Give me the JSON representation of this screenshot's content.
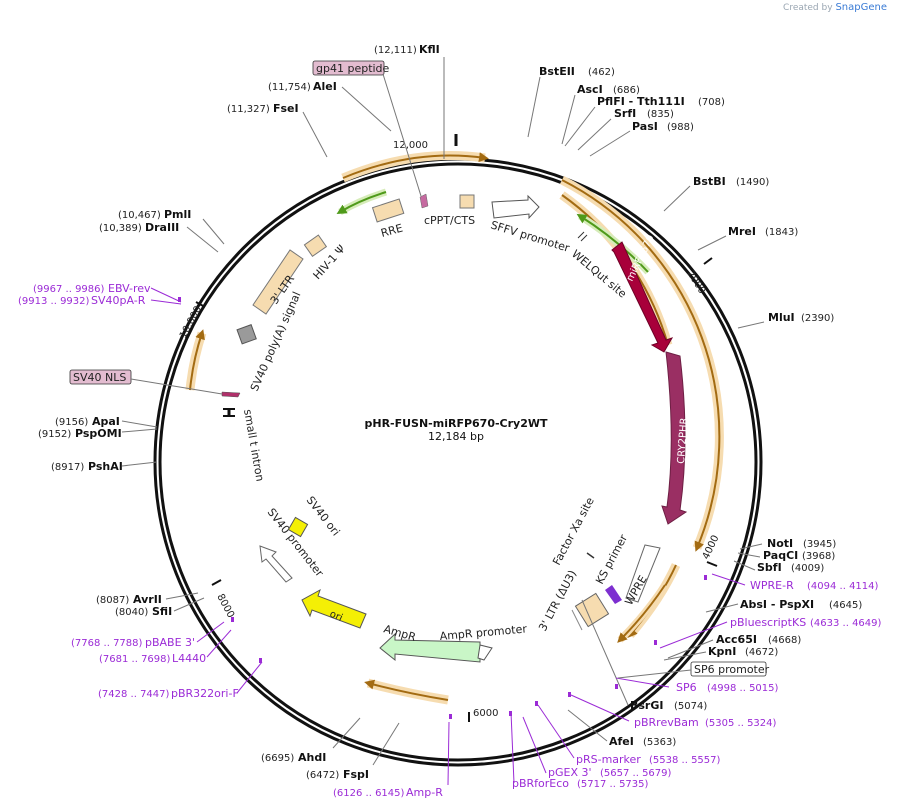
{
  "credit": {
    "prefix": "Created by",
    "brand": "SnapGene"
  },
  "plasmid": {
    "name": "pHR-FUSN-miRFP670-Cry2WT",
    "size_label": "12,184 bp",
    "length": 12184
  },
  "ticks": [
    "2000",
    "4000",
    "6000",
    "8000",
    "10,000",
    "12,000"
  ],
  "sites": [
    {
      "name": "KflI",
      "pos": "(12,111)"
    },
    {
      "name": "AleI",
      "pos": "(11,754)"
    },
    {
      "name": "FseI",
      "pos": "(11,327)"
    },
    {
      "name": "PmlI",
      "pos": "(10,467)"
    },
    {
      "name": "DraIII",
      "pos": "(10,389)"
    },
    {
      "name": "ApaI",
      "pos": "(9156)"
    },
    {
      "name": "PspOMI",
      "pos": "(9152)"
    },
    {
      "name": "PshAI",
      "pos": "(8917)"
    },
    {
      "name": "AvrII",
      "pos": "(8087)"
    },
    {
      "name": "SfiI",
      "pos": "(8040)"
    },
    {
      "name": "AhdI",
      "pos": "(6695)"
    },
    {
      "name": "FspI",
      "pos": "(6472)"
    },
    {
      "name": "BstEII",
      "pos": "(462)"
    },
    {
      "name": "AscI",
      "pos": "(686)"
    },
    {
      "name": "PflFI - Tth111I",
      "pos": "(708)"
    },
    {
      "name": "SrfI",
      "pos": "(835)"
    },
    {
      "name": "PasI",
      "pos": "(988)"
    },
    {
      "name": "BstBI",
      "pos": "(1490)"
    },
    {
      "name": "MreI",
      "pos": "(1843)"
    },
    {
      "name": "MluI",
      "pos": "(2390)"
    },
    {
      "name": "NotI",
      "pos": "(3945)"
    },
    {
      "name": "PaqCI",
      "pos": "(3968)"
    },
    {
      "name": "SbfI",
      "pos": "(4009)"
    },
    {
      "name": "AbsI - PspXI",
      "pos": "(4645)"
    },
    {
      "name": "Acc65I",
      "pos": "(4668)"
    },
    {
      "name": "KpnI",
      "pos": "(4672)"
    },
    {
      "name": "BsrGI",
      "pos": "(5074)"
    },
    {
      "name": "AfeI",
      "pos": "(5363)"
    }
  ],
  "primers": [
    {
      "name": "EBV-rev",
      "pos": "(9967 .. 9986)"
    },
    {
      "name": "SV40pA-R",
      "pos": "(9913 .. 9932)"
    },
    {
      "name": "pBABE 3'",
      "pos": "(7768 .. 7788)"
    },
    {
      "name": "L4440",
      "pos": "(7681 .. 7698)"
    },
    {
      "name": "pBR322ori-F",
      "pos": "(7428 .. 7447)"
    },
    {
      "name": "Amp-R",
      "pos": "(6126 .. 6145)"
    },
    {
      "name": "WPRE-R",
      "pos": "(4094 .. 4114)"
    },
    {
      "name": "pBluescriptKS",
      "pos": "(4633 .. 4649)"
    },
    {
      "name": "SP6",
      "pos": "(4998 .. 5015)"
    },
    {
      "name": "pBRrevBam",
      "pos": "(5305 .. 5324)"
    },
    {
      "name": "pRS-marker",
      "pos": "(5538 .. 5557)"
    },
    {
      "name": "pGEX 3'",
      "pos": "(5657 .. 5679)"
    },
    {
      "name": "pBRforEco",
      "pos": "(5717 .. 5735)"
    }
  ],
  "boxed_labels": {
    "gp41": "gp41 peptide",
    "sv40nls": "SV40 NLS",
    "sp6promoter": "SP6 promoter"
  },
  "features": {
    "miRFP670": "miRFP670",
    "CRY2PHR": "CRY2PHR",
    "WPRE": "WPRE",
    "LTR3_right": "3' LTR (ΔU3)",
    "AmpR": "AmpR",
    "AmpR_promoter": "AmpR promoter",
    "ori": "ori",
    "SV40_promoter": "SV40 promoter",
    "SV40_ori": "SV40 ori",
    "small_t_intron": "small t intron",
    "SV40_polyA": "SV40 poly(A) signal",
    "LTR3_left": "3' LTR",
    "HIV1_psi": "HIV-1 Ψ",
    "RRE": "RRE",
    "cPPT": "cPPT/CTS",
    "SFFV": "SFFV promoter",
    "WELQut": "WELQut site",
    "FactorXa": "Factor Xa site",
    "KS_primer": "KS primer"
  },
  "colors": {
    "ring": "#111111",
    "enzyme_line": "#777777",
    "primer": "#9b2bd6",
    "orf_fill": "#f6dcb0",
    "orf_arrow": "#a36b12",
    "green_arrow": "#4f9a1a",
    "miRFP670": "#a8003a",
    "CRY2PHR": "#9a2f63",
    "ori": "#f4ef05",
    "AmpR": "#c9f6c7",
    "gp41_box": "#e3bcd0"
  }
}
